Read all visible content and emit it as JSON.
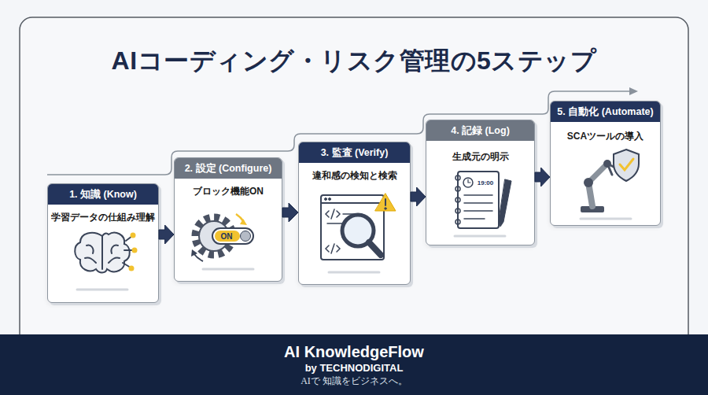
{
  "diagram": {
    "title": "AIコーディング・リスク管理の5ステップ",
    "nodes": [
      {
        "text": [
          "1. 知識 (Know)",
          "学習データの仕組み理解"
        ]
      },
      {
        "text": [
          "2. 設定 (Configure)",
          "ブロック機能ON"
        ]
      },
      {
        "text": [
          "3. 監査 (Verify)",
          "違和感の検知と検索"
        ]
      },
      {
        "text": [
          "4. 記録 (Log)",
          "生成元の明示"
        ]
      },
      {
        "text": [
          "5. 自動化 (Automate)",
          "SCAツールの導入"
        ]
      },
      {
        "text": [
          "AI KnowledgeFlow",
          "by TECHNODIGITAL",
          "AIで 知識をビジネスへ。"
        ]
      }
    ],
    "edges": [
      {
        "from": 0,
        "to": 1,
        "arrow": "to"
      },
      {
        "from": 1,
        "to": 2,
        "arrow": "to"
      },
      {
        "from": 2,
        "to": 3,
        "arrow": "to"
      },
      {
        "from": 3,
        "to": 4,
        "arrow": "to"
      }
    ],
    "labels": [
      "ON",
      "19:00"
    ]
  }
}
